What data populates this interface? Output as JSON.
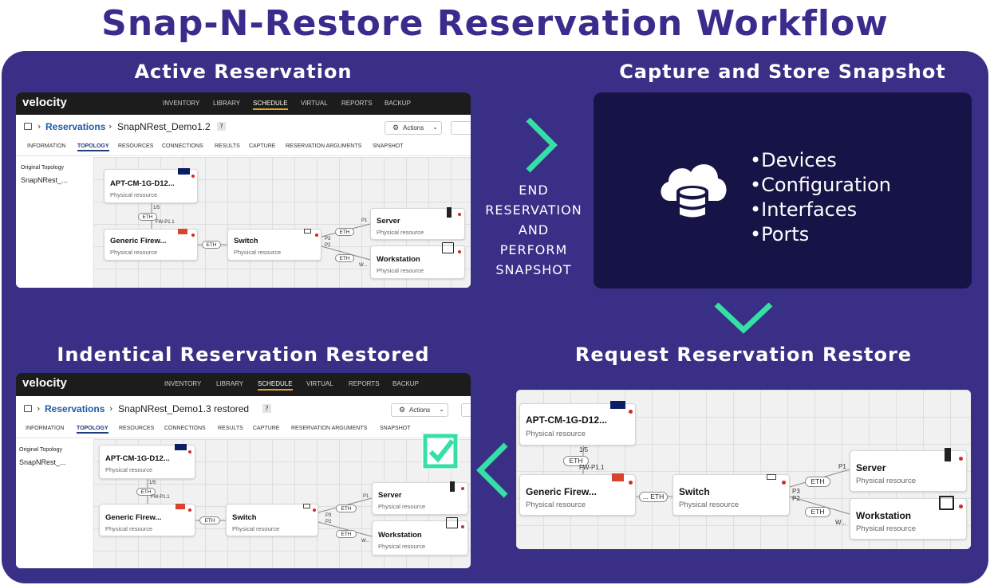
{
  "title": "Snap-N-Restore Reservation Workflow",
  "sections": {
    "active": "Active Reservation",
    "capture": "Capture and Store Snapshot",
    "request": "Request Reservation Restore",
    "restored": "Indentical Reservation Restored"
  },
  "step_text": [
    "END",
    "RESERVATION",
    "AND",
    "PERFORM",
    "SNAPSHOT"
  ],
  "snapshot_items": [
    "Devices",
    "Configuration",
    "Interfaces",
    "Ports"
  ],
  "app": {
    "logo": "velocity",
    "nav": [
      "INVENTORY",
      "LIBRARY",
      "SCHEDULE",
      "VIRTUAL",
      "REPORTS",
      "BACKUP"
    ],
    "nav_active": "SCHEDULE",
    "crumb_link": "Reservations",
    "actions_label": "Actions",
    "tabs": [
      "INFORMATION",
      "TOPOLOGY",
      "RESOURCES",
      "CONNECTIONS",
      "RESULTS",
      "CAPTURE",
      "RESERVATION ARGUMENTS",
      "SNAPSHOT"
    ],
    "tab_active": "TOPOLOGY",
    "side_title": "Original Topology",
    "side_name": "SnapNRest_..."
  },
  "active_shot": {
    "reservation_name": "SnapNRest_Demo1.2",
    "help": "?"
  },
  "restored_shot": {
    "reservation_name": "SnapNRest_Demo1.3 restored",
    "help": "?"
  },
  "topology": {
    "nodes": {
      "apt": {
        "name": "APT-CM-1G-D12...",
        "sub": "Physical resource"
      },
      "firewall": {
        "name": "Generic Firew...",
        "sub": "Physical resource"
      },
      "switch": {
        "name": "Switch",
        "sub": "Physical resource"
      },
      "server": {
        "name": "Server",
        "sub": "Physical resource"
      },
      "workstation": {
        "name": "Workstation",
        "sub": "Physical resource"
      }
    },
    "links": {
      "eth": "ETH",
      "eth_cut": "... ETH"
    },
    "ports": {
      "p15": "1/5",
      "fwp": "FW-P1.1",
      "p1": "P1",
      "p3": "P3",
      "p2": "P2",
      "w": "W..."
    }
  },
  "colors": {
    "title": "#3a2c8c",
    "panel": "#3a2f86",
    "accent": "#35e0a5",
    "snap_bg": "#161446"
  }
}
